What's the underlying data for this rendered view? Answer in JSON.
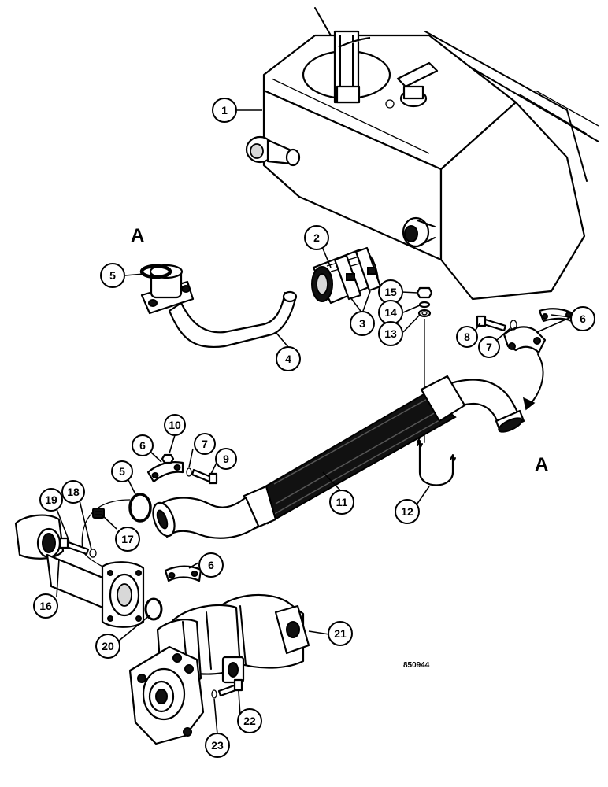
{
  "figure": {
    "code": "850944"
  },
  "reference_letters": [
    {
      "id": "upper",
      "text": "A"
    },
    {
      "id": "lower",
      "text": "A"
    }
  ],
  "callouts": [
    "1",
    "2",
    "3",
    "4",
    "5",
    "6",
    "7",
    "8",
    "9",
    "10",
    "11",
    "12",
    "13",
    "14",
    "15",
    "16",
    "17",
    "18",
    "19",
    "20",
    "21",
    "22",
    "23"
  ],
  "parts": [
    {
      "callout": "1",
      "icon": "hydraulic-reservoir-icon"
    },
    {
      "callout": "2",
      "icon": "hose-icon"
    },
    {
      "callout": "3",
      "icon": "hose-clamp-icon"
    },
    {
      "callout": "4",
      "icon": "suction-tube-icon"
    },
    {
      "callout": "5",
      "icon": "o-ring-icon"
    },
    {
      "callout": "6",
      "icon": "flange-half-icon"
    },
    {
      "callout": "7",
      "icon": "lock-washer-icon"
    },
    {
      "callout": "8",
      "icon": "bolt-icon"
    },
    {
      "callout": "9",
      "icon": "bolt-icon"
    },
    {
      "callout": "10",
      "icon": "nut-icon"
    },
    {
      "callout": "11",
      "icon": "suction-hose-icon"
    },
    {
      "callout": "12",
      "icon": "u-bolt-icon"
    },
    {
      "callout": "13",
      "icon": "washer-icon"
    },
    {
      "callout": "14",
      "icon": "lock-washer-icon"
    },
    {
      "callout": "15",
      "icon": "nut-icon"
    },
    {
      "callout": "16",
      "icon": "pump-inlet-tube-icon"
    },
    {
      "callout": "17",
      "icon": "plug-icon"
    },
    {
      "callout": "18",
      "icon": "lock-washer-icon"
    },
    {
      "callout": "19",
      "icon": "bolt-icon"
    },
    {
      "callout": "20",
      "icon": "o-ring-icon"
    },
    {
      "callout": "21",
      "icon": "hydraulic-pump-icon"
    },
    {
      "callout": "22",
      "icon": "bolt-icon"
    },
    {
      "callout": "23",
      "icon": "lock-washer-icon"
    }
  ]
}
